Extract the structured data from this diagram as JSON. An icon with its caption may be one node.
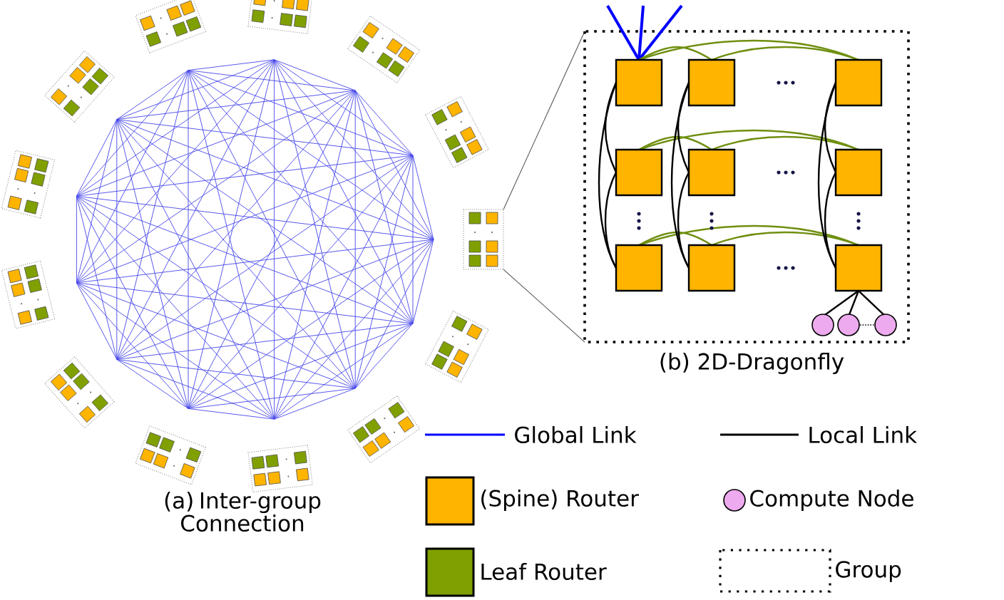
{
  "diagram": {
    "labels": [
      "(b) 2D-Dragonfly",
      "(a) Inter-group Connection"
    ],
    "legend": [
      {
        "text": "Global Link"
      },
      {
        "text": "Local Link"
      },
      {
        "text": "(Spine) Router",
        "color": "#ffb400"
      },
      {
        "text": "Compute Node",
        "color": "#eeaaee"
      },
      {
        "text": "Leaf Router",
        "color": "#7fa000"
      },
      {
        "text": "Group"
      }
    ]
  }
}
